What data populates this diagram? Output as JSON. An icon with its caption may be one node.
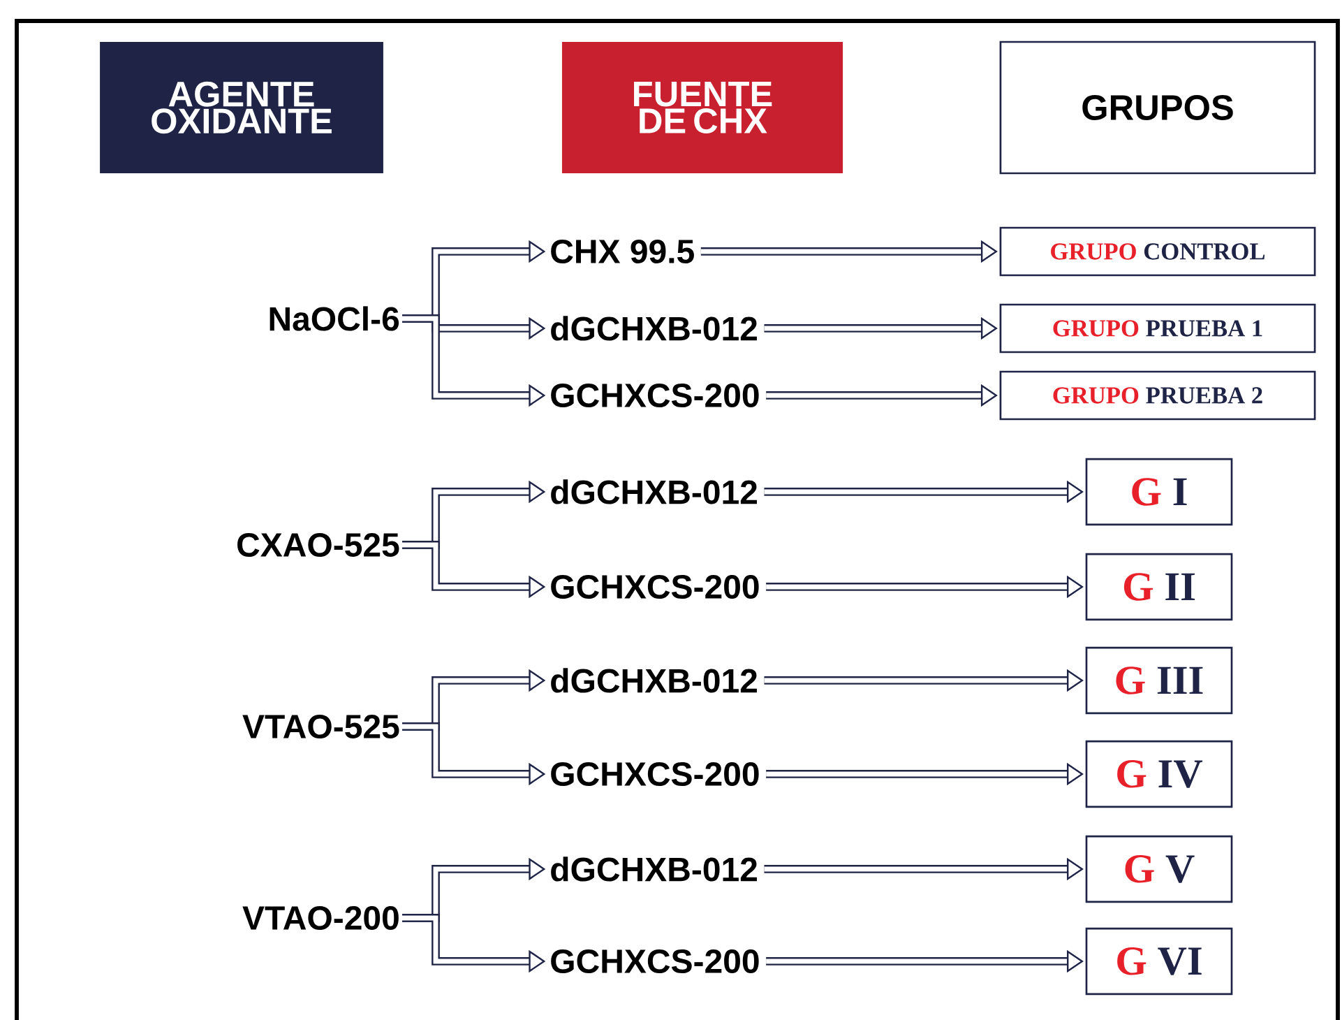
{
  "diagram": {
    "nodes": [
      {
        "text": [
          "AGENTE OXIDANTE"
        ]
      },
      {
        "text": [
          "FUENTE DE CHX"
        ]
      },
      {
        "text": [
          "GRUPOS"
        ]
      },
      {
        "text": [
          "NaOCl-6"
        ]
      },
      {
        "text": [
          "CXAO-525"
        ]
      },
      {
        "text": [
          "VTAO-525"
        ]
      },
      {
        "text": [
          "VTAO-200"
        ]
      },
      {
        "text": [
          "CHX 99.5"
        ]
      },
      {
        "text": [
          "dGCHXB-012"
        ]
      },
      {
        "text": [
          "GCHXCS-200"
        ]
      },
      {
        "text": [
          "dGCHXB-012"
        ]
      },
      {
        "text": [
          "GCHXCS-200"
        ]
      },
      {
        "text": [
          "dGCHXB-012"
        ]
      },
      {
        "text": [
          "GCHXCS-200"
        ]
      },
      {
        "text": [
          "dGCHXB-012"
        ]
      },
      {
        "text": [
          "GCHXCS-200"
        ]
      },
      {
        "text": [
          "GRUPO",
          "CONTROL"
        ]
      },
      {
        "text": [
          "GRUPO",
          "PRUEBA 1"
        ]
      },
      {
        "text": [
          "GRUPO",
          "PRUEBA 2"
        ]
      },
      {
        "text": [
          "G",
          "I"
        ]
      },
      {
        "text": [
          "G",
          "II"
        ]
      },
      {
        "text": [
          "G",
          "III"
        ]
      },
      {
        "text": [
          "G",
          "IV"
        ]
      },
      {
        "text": [
          "G",
          "V"
        ]
      },
      {
        "text": [
          "G",
          "VI"
        ]
      }
    ],
    "edges": [
      {
        "from": 3,
        "to": 7,
        "arrow": "to"
      },
      {
        "from": 3,
        "to": 8,
        "arrow": "to"
      },
      {
        "from": 3,
        "to": 9,
        "arrow": "to"
      },
      {
        "from": 4,
        "to": 10,
        "arrow": "to"
      },
      {
        "from": 4,
        "to": 11,
        "arrow": "to"
      },
      {
        "from": 5,
        "to": 12,
        "arrow": "to"
      },
      {
        "from": 5,
        "to": 13,
        "arrow": "to"
      },
      {
        "from": 6,
        "to": 14,
        "arrow": "to"
      },
      {
        "from": 6,
        "to": 15,
        "arrow": "to"
      },
      {
        "from": 7,
        "to": 16,
        "arrow": "to"
      },
      {
        "from": 8,
        "to": 17,
        "arrow": "to"
      },
      {
        "from": 9,
        "to": 18,
        "arrow": "to"
      },
      {
        "from": 10,
        "to": 19,
        "arrow": "to"
      },
      {
        "from": 11,
        "to": 20,
        "arrow": "to"
      },
      {
        "from": 12,
        "to": 21,
        "arrow": "to"
      },
      {
        "from": 13,
        "to": 22,
        "arrow": "to"
      },
      {
        "from": 14,
        "to": 23,
        "arrow": "to"
      },
      {
        "from": 15,
        "to": 24,
        "arrow": "to"
      }
    ]
  }
}
